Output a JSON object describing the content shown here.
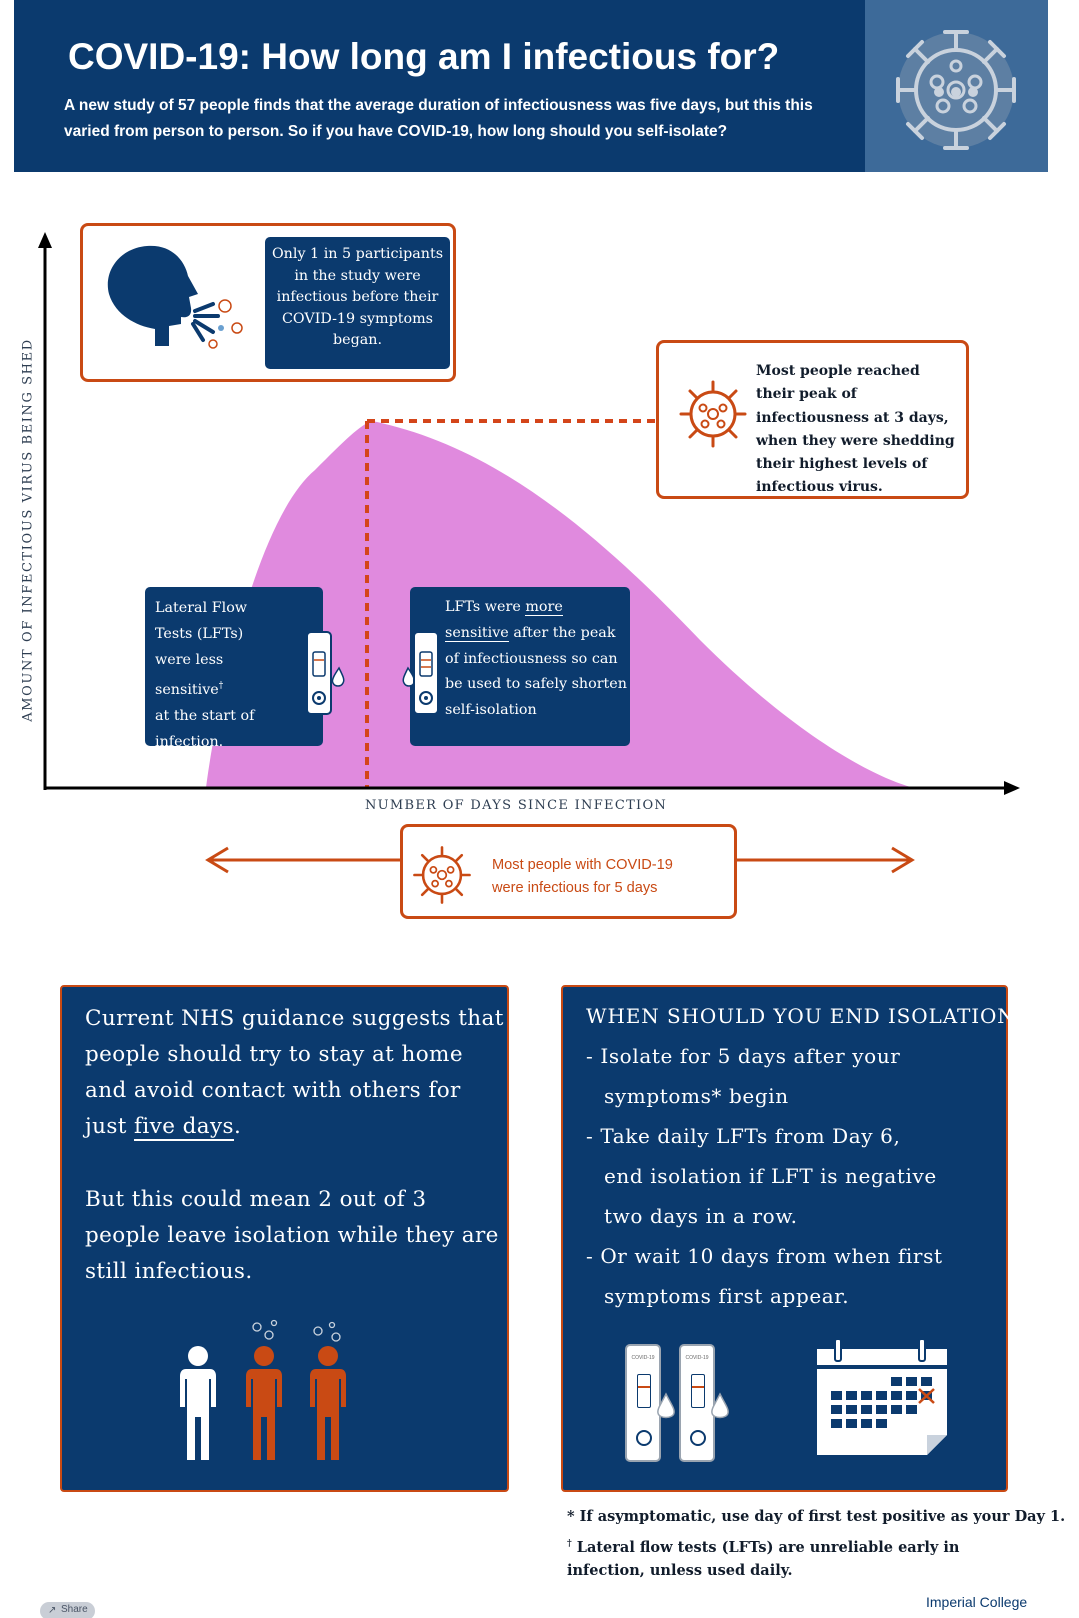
{
  "header": {
    "title": "COVID-19: How long am I infectious for?",
    "subtitle": "A new study of 57 people finds that the average duration of infectiousness was five days, but this this varied from person to person. So if you have COVID-19, how long should you self-isolate?"
  },
  "chart": {
    "y_axis_label": "AMOUNT OF INFECTIOUS VIRUS BEING SHED",
    "x_axis_label": "NUMBER OF DAYS SINCE INFECTION",
    "curve_color": "#e08ade",
    "peak_line_color": "#d4451a"
  },
  "callouts": {
    "one_in_five": "Only 1 in 5 participants in the study were infectious before their COVID-19 symptoms began.",
    "peak": "Most people reached their peak of infectiousness at 3 days, when they were shedding their highest levels of infectious virus.",
    "lft_less": {
      "line1": "Lateral Flow Tests (LFTs) were less sensitive",
      "dagger": "†",
      "line2": "at the start of infection."
    },
    "lft_more": {
      "pre": "LFTs were ",
      "u1": "more",
      "u2": "sensitive",
      "post": " after the peak of infectiousness so can be used to safely shorten self-isolation"
    },
    "five_days": "Most people with COVID-19 were infectious for 5 days"
  },
  "nhs_panel": {
    "p1_pre": "Current NHS guidance suggests that people should try to stay at home and avoid contact with others for just ",
    "p1_underline": "five days",
    "p1_post": ".",
    "p2": "But this could mean 2 out of 3 people leave isolation while they are still infectious."
  },
  "end_panel": {
    "title": "WHEN SHOULD YOU END ISOLATION?",
    "item1_a": "- Isolate for 5 days after your",
    "item1_b": "symptoms* begin",
    "item2_a": "- Take daily LFTs from Day 6,",
    "item2_b": "end isolation if LFT is negative",
    "item2_c": "two days in a row.",
    "item3_a": "- Or wait 10 days from when first",
    "item3_b": "symptoms first appear.",
    "test_label": "COVID-19"
  },
  "footnotes": {
    "f1": "* If asymptomatic, use day of first test positive as your Day 1.",
    "f2_mark": "†",
    "f2": " Lateral flow tests (LFTs) are unreliable early in infection, unless used daily."
  },
  "footer": {
    "share": "Share",
    "logo": "Imperial College"
  },
  "colors": {
    "navy": "#0b3a6e",
    "orange": "#c94a14",
    "pink": "#e08ade",
    "white_person": "#ffffff",
    "orange_person": "#c94a14"
  },
  "icons": [
    "virus-icon",
    "speaker-head-icon",
    "lateral-flow-test-icon",
    "person-icon",
    "calendar-icon",
    "double-arrow-icon",
    "share-icon"
  ]
}
